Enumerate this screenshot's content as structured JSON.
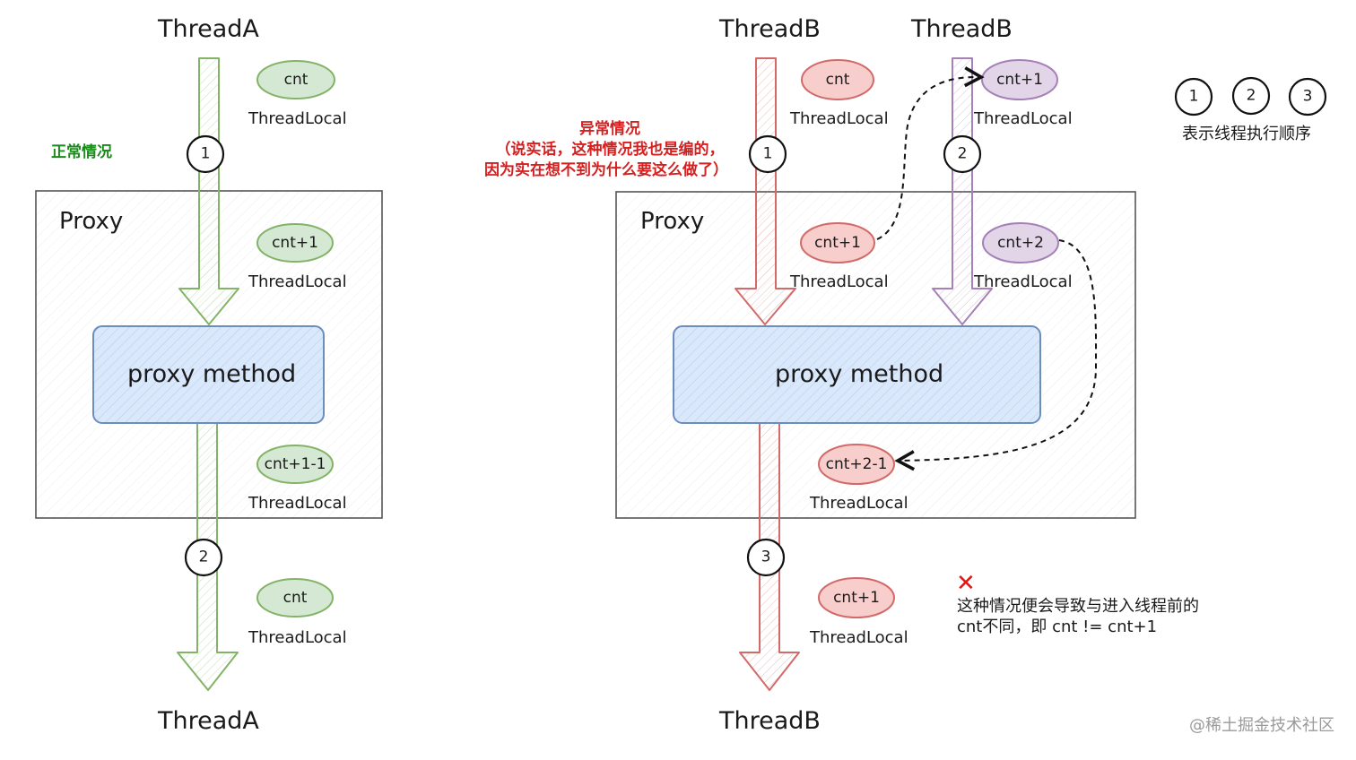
{
  "left": {
    "thread_top": "ThreadA",
    "thread_bottom": "ThreadA",
    "situation_label": "正常情况",
    "proxy_label": "Proxy",
    "method_label": "proxy method",
    "badges": [
      {
        "value": "cnt",
        "caption": "ThreadLocal"
      },
      {
        "value": "cnt+1",
        "caption": "ThreadLocal"
      },
      {
        "value": "cnt+1-1",
        "caption": "ThreadLocal"
      },
      {
        "value": "cnt",
        "caption": "ThreadLocal"
      }
    ],
    "steps": [
      "1",
      "2"
    ]
  },
  "right": {
    "thread_top_1": "ThreadB",
    "thread_top_2": "ThreadB",
    "thread_bottom": "ThreadB",
    "situation_lines": [
      "异常情况",
      "（说实话，这种情况我也是编的，",
      "因为实在想不到为什么要这么做了）"
    ],
    "proxy_label": "Proxy",
    "method_label": "proxy method",
    "badges": [
      {
        "value": "cnt",
        "caption": "ThreadLocal"
      },
      {
        "value": "cnt+1",
        "caption": "ThreadLocal"
      },
      {
        "value": "cnt+1",
        "caption": "ThreadLocal"
      },
      {
        "value": "cnt+2",
        "caption": "ThreadLocal"
      },
      {
        "value": "cnt+2-1",
        "caption": "ThreadLocal"
      },
      {
        "value": "cnt+1",
        "caption": "ThreadLocal"
      }
    ],
    "steps": [
      "1",
      "2",
      "3"
    ],
    "note_lines": [
      "这种情况便会导致与进入线程前的",
      "cnt不同，即 cnt != cnt+1"
    ]
  },
  "legend": {
    "steps": [
      "1",
      "2",
      "3"
    ],
    "caption": "表示线程执行顺序"
  },
  "watermark": "@稀土掘金技术社区",
  "colors": {
    "green": "#82b366",
    "red": "#d36a6a",
    "purple": "#a680b8",
    "blue": "#6c8ebf",
    "box_border": "#555555"
  },
  "icons": {
    "wrong_mark": "cross-icon"
  }
}
